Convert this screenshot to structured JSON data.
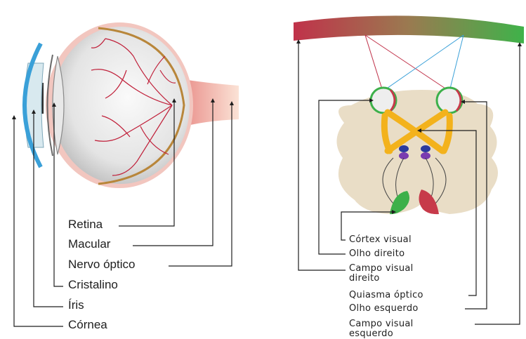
{
  "eye_labels": {
    "retina": "Retina",
    "macular": "Macular",
    "nervo_optico": "Nervo óptico",
    "cristalino": "Cristalino",
    "iris": "Íris",
    "cornea": "Córnea"
  },
  "brain_labels": {
    "cortex_visual": "Córtex visual",
    "olho_direito": "Olho direito",
    "campo_visual_direito": [
      "Campo visual",
      "direito"
    ],
    "quiasma_optico": "Quiasma óptico",
    "olho_esquerdo": "Olho esquerdo",
    "campo_visual_esquerdo": [
      "Campo visual",
      "esquerdo"
    ]
  },
  "colors": {
    "cornea": "#3aa0d8",
    "vessel": "#c0203a",
    "sclera": "#e6e6e6",
    "brain": "#e9ddc6",
    "optic_pathway": "#f3b21c",
    "field_left": "#c73a4a",
    "field_right": "#3db04a"
  }
}
